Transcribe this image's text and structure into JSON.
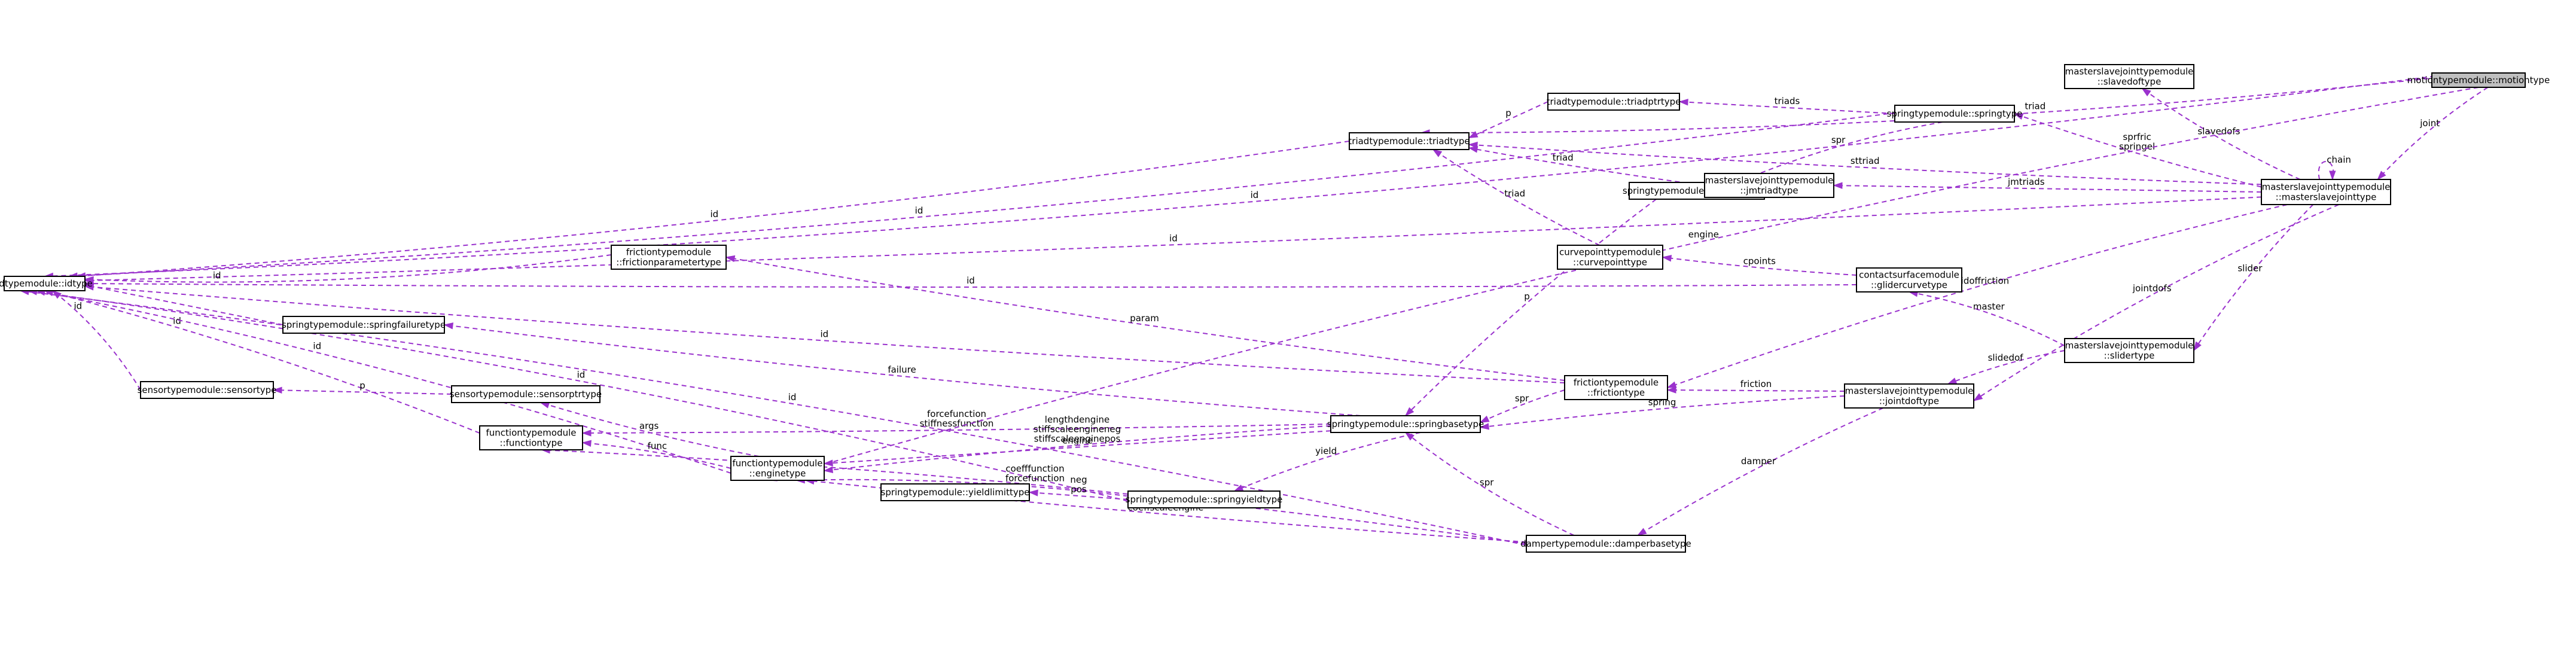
{
  "diagram": {
    "nodes": [
      {
        "id": "motion",
        "lines": [
          "motiontypemodule::motiontype"
        ]
      },
      {
        "id": "idtype",
        "lines": [
          "idtypemodule::idtype"
        ]
      },
      {
        "id": "triad",
        "lines": [
          "triadtypemodule::triadtype"
        ]
      },
      {
        "id": "triadptr",
        "lines": [
          "triadtypemodule::triadptrtype"
        ]
      },
      {
        "id": "springtype",
        "lines": [
          "springtypemodule::springtype"
        ]
      },
      {
        "id": "slavedof",
        "lines": [
          "masterslavejointtypemodule",
          "::slavedoftype"
        ]
      },
      {
        "id": "msjoint",
        "lines": [
          "masterslavejointtypemodule",
          "::masterslavejointtype"
        ]
      },
      {
        "id": "springptr",
        "lines": [
          "springtypemodule::springptrtype"
        ]
      },
      {
        "id": "jmtriad",
        "lines": [
          "masterslavejointtypemodule",
          "::jmtriadtype"
        ]
      },
      {
        "id": "frictionparam",
        "lines": [
          "frictiontypemodule",
          "::frictionparametertype"
        ]
      },
      {
        "id": "curvepoint",
        "lines": [
          "curvepointtypemodule",
          "::curvepointtype"
        ]
      },
      {
        "id": "glidercurve",
        "lines": [
          "contactsurfacemodule",
          "::glidercurvetype"
        ]
      },
      {
        "id": "springfailure",
        "lines": [
          "springtypemodule::springfailuretype"
        ]
      },
      {
        "id": "friction",
        "lines": [
          "frictiontypemodule",
          "::frictiontype"
        ]
      },
      {
        "id": "slider",
        "lines": [
          "masterslavejointtypemodule",
          "::slidertype"
        ]
      },
      {
        "id": "sensor",
        "lines": [
          "sensortypemodule::sensortype"
        ]
      },
      {
        "id": "sensorptr",
        "lines": [
          "sensortypemodule::sensorptrtype"
        ]
      },
      {
        "id": "jointdof",
        "lines": [
          "masterslavejointtypemodule",
          "::jointdoftype"
        ]
      },
      {
        "id": "function",
        "lines": [
          "functiontypemodule",
          "::functiontype"
        ]
      },
      {
        "id": "springbase",
        "lines": [
          "springtypemodule::springbasetype"
        ]
      },
      {
        "id": "engine",
        "lines": [
          "functiontypemodule",
          "::enginetype"
        ]
      },
      {
        "id": "yieldlimit",
        "lines": [
          "springtypemodule::yieldlimittype"
        ]
      },
      {
        "id": "springyield",
        "lines": [
          "springtypemodule::springyieldtype"
        ]
      },
      {
        "id": "damperbase",
        "lines": [
          "dampertypemodule::damperbasetype"
        ]
      }
    ],
    "edges": [
      {
        "from": "motion",
        "to": "idtype",
        "labels": [
          "id"
        ]
      },
      {
        "from": "motion",
        "to": "triad",
        "labels": [
          "triad"
        ]
      },
      {
        "from": "springtype",
        "to": "idtype",
        "labels": [
          "id"
        ]
      },
      {
        "from": "triad",
        "to": "idtype",
        "labels": [
          "id"
        ]
      },
      {
        "from": "msjoint",
        "to": "idtype",
        "labels": [
          "id"
        ]
      },
      {
        "from": "frictionparam",
        "to": "idtype",
        "labels": [
          "id"
        ]
      },
      {
        "from": "glidercurve",
        "to": "idtype",
        "labels": [
          "id"
        ]
      },
      {
        "from": "springfailure",
        "to": "idtype",
        "labels": []
      },
      {
        "from": "friction",
        "to": "idtype",
        "labels": [
          "id"
        ]
      },
      {
        "from": "sensor",
        "to": "idtype",
        "labels": [
          "id"
        ]
      },
      {
        "from": "function",
        "to": "idtype",
        "labels": [
          "id"
        ]
      },
      {
        "from": "engine",
        "to": "idtype",
        "labels": [
          "id"
        ]
      },
      {
        "from": "springyield",
        "to": "idtype",
        "labels": [
          "id"
        ]
      },
      {
        "from": "damperbase",
        "to": "idtype",
        "labels": [
          "id"
        ]
      },
      {
        "from": "triadptr",
        "to": "triad",
        "labels": [
          "p"
        ]
      },
      {
        "from": "springtype",
        "to": "triadptr",
        "labels": [
          "triads"
        ]
      },
      {
        "from": "msjoint",
        "to": "springtype",
        "labels": [
          "sprfric",
          "springel"
        ]
      },
      {
        "from": "msjoint",
        "to": "slavedof",
        "labels": [
          "slavedofs"
        ]
      },
      {
        "from": "motion",
        "to": "msjoint",
        "labels": [
          "joint"
        ]
      },
      {
        "from": "msjoint",
        "to": "msjoint",
        "labels": [
          "chain"
        ]
      },
      {
        "from": "msjoint",
        "to": "triad",
        "labels": [
          "sttriad"
        ]
      },
      {
        "from": "jmtriad",
        "to": "triad",
        "labels": [
          "triad"
        ]
      },
      {
        "from": "msjoint",
        "to": "jmtriad",
        "labels": [
          "jmtriads"
        ]
      },
      {
        "from": "springtype",
        "to": "springptr",
        "labels": [
          "spr"
        ]
      },
      {
        "from": "curvepoint",
        "to": "triad",
        "labels": [
          "triad"
        ]
      },
      {
        "from": "glidercurve",
        "to": "curvepoint",
        "labels": [
          "cpoints"
        ]
      },
      {
        "from": "friction",
        "to": "frictionparam",
        "labels": [
          "param"
        ]
      },
      {
        "from": "msjoint",
        "to": "friction",
        "labels": [
          "multidoffriction"
        ]
      },
      {
        "from": "springbase",
        "to": "springfailure",
        "labels": [
          "failure"
        ]
      },
      {
        "from": "slider",
        "to": "glidercurve",
        "labels": [
          "master"
        ]
      },
      {
        "from": "msjoint",
        "to": "slider",
        "labels": [
          "slider"
        ]
      },
      {
        "from": "slider",
        "to": "jointdof",
        "labels": [
          "slidedof"
        ]
      },
      {
        "from": "msjoint",
        "to": "jointdof",
        "labels": [
          "jointdofs"
        ]
      },
      {
        "from": "sensorptr",
        "to": "sensor",
        "labels": [
          "p"
        ]
      },
      {
        "from": "engine",
        "to": "sensorptr",
        "labels": [
          "args"
        ]
      },
      {
        "from": "engine",
        "to": "function",
        "labels": [
          "func"
        ]
      },
      {
        "from": "springbase",
        "to": "function",
        "labels": [
          "forcefunction",
          "stiffnessfunction"
        ]
      },
      {
        "from": "damperbase",
        "to": "function",
        "labels": [
          "coefffunction",
          "forcefunction"
        ]
      },
      {
        "from": "springbase",
        "to": "engine",
        "labels": [
          "engine"
        ]
      },
      {
        "from": "springbase",
        "to": "engine",
        "labels": [
          "lengthdengine",
          "stiffscaleengineneg",
          "stiffscaleenginepos"
        ]
      },
      {
        "from": "springyield",
        "to": "engine",
        "labels": []
      },
      {
        "from": "damperbase",
        "to": "engine",
        "labels": [
          "coeffscaleengine"
        ]
      },
      {
        "from": "motion",
        "to": "engine",
        "labels": [
          "engine"
        ]
      },
      {
        "from": "springptr",
        "to": "springbase",
        "labels": [
          "p"
        ]
      },
      {
        "from": "friction",
        "to": "springbase",
        "labels": [
          "spr"
        ]
      },
      {
        "from": "jointdof",
        "to": "springbase",
        "labels": [
          "spring"
        ]
      },
      {
        "from": "damperbase",
        "to": "springbase",
        "labels": [
          "spr"
        ]
      },
      {
        "from": "springbase",
        "to": "springyield",
        "labels": [
          "yield"
        ]
      },
      {
        "from": "springyield",
        "to": "yieldlimit",
        "labels": [
          "neg",
          "pos"
        ]
      },
      {
        "from": "jointdof",
        "to": "friction",
        "labels": [
          "friction"
        ]
      },
      {
        "from": "jointdof",
        "to": "damperbase",
        "labels": [
          "damper"
        ]
      }
    ]
  }
}
